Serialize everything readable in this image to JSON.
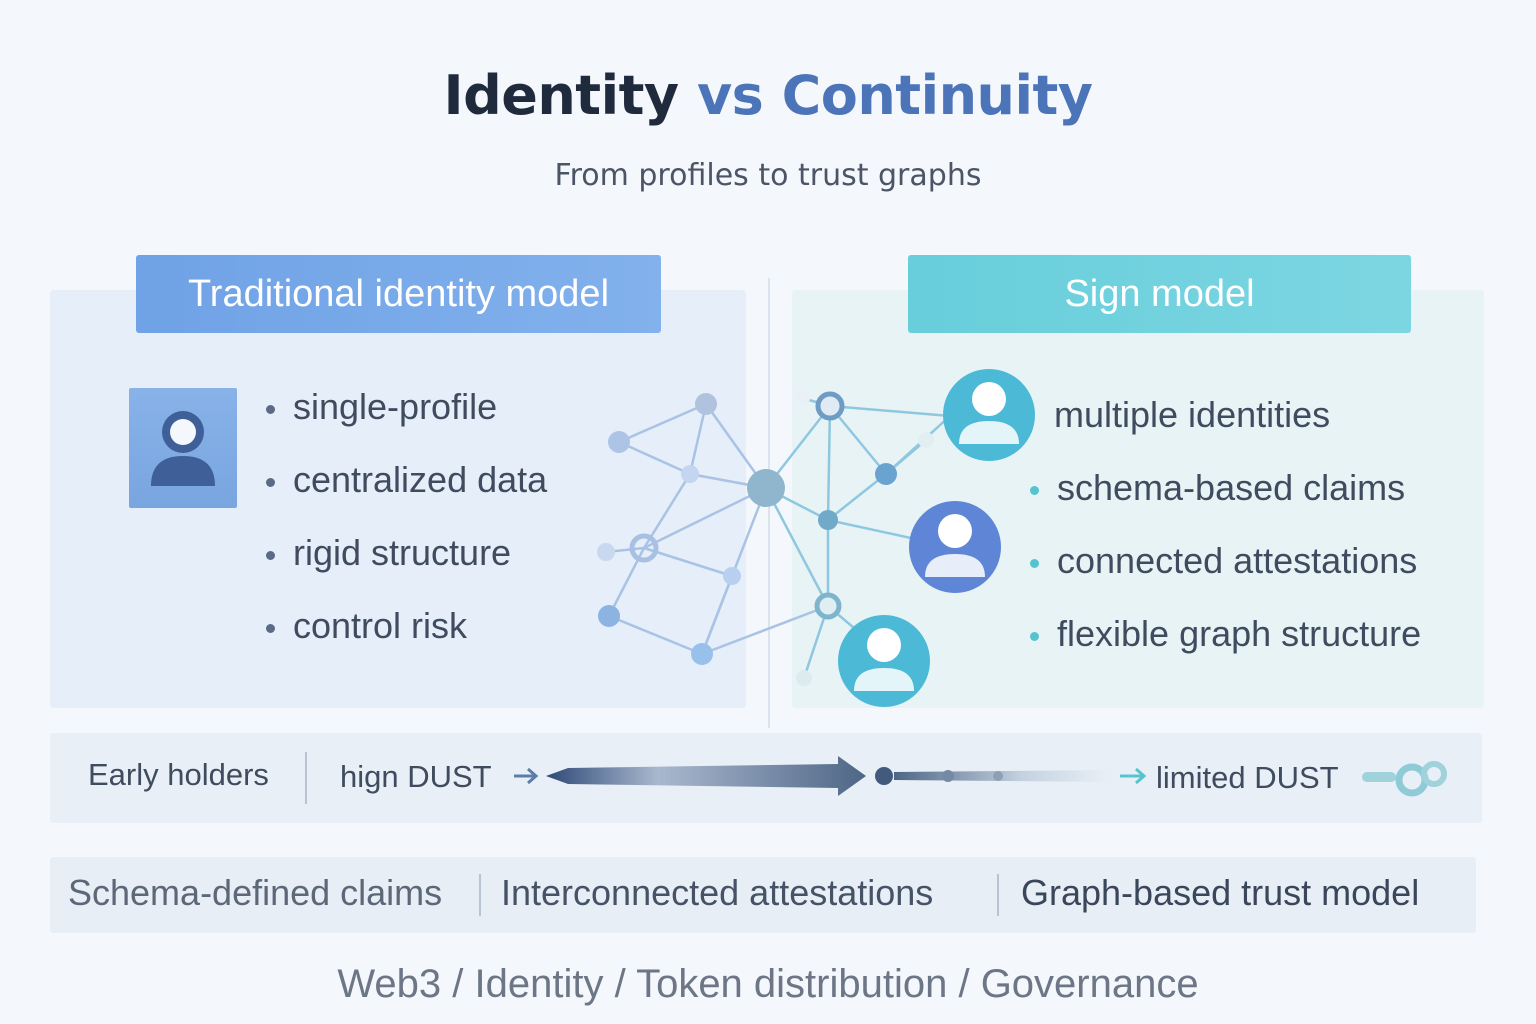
{
  "title": {
    "part1": "Identity",
    "part2": "vs Continuity"
  },
  "subtitle": "From profiles to trust graphs",
  "left": {
    "header": "Traditional identity model",
    "bullets": [
      "single-profile",
      "centralized data",
      "rigid structure",
      "control risk"
    ]
  },
  "right": {
    "header": "Sign model",
    "lead": "multiple identities",
    "bullets": [
      "schema-based claims",
      "connected attestations",
      "flexible graph structure"
    ]
  },
  "dust": {
    "label": "Early holders",
    "start": "hign DUST",
    "end": "limited DUST"
  },
  "claims": [
    "Schema-defined claims",
    "Interconnected attestations",
    "Graph-based trust model"
  ],
  "footer": "Web3 / Identity / Token distribution / Governance",
  "colors": {
    "title_dark": "#1f2a3c",
    "title_accent": "#4c74b8",
    "left_header": "#6fa2e6",
    "right_header": "#68cedb",
    "bullet_left": "#5b6b85",
    "bullet_right": "#55c4cf"
  }
}
